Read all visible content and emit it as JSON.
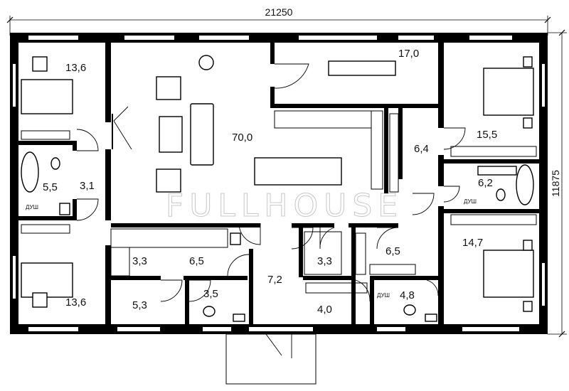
{
  "dimensions": {
    "overall_width": "21250",
    "overall_depth": "11875"
  },
  "watermark": "FULLHOUSE",
  "rooms": {
    "bedroom_nw": "13,6",
    "bedroom_sw": "13,6",
    "bath_w": "5,5",
    "hall_w": "3,1",
    "living": "70,0",
    "dining": "17,0",
    "pantry": "6,4",
    "bedroom_ne": "15,5",
    "bath_e": "6,2",
    "bedroom_se": "14,7",
    "closet_sw": "3,3",
    "laundry": "6,5",
    "storage": "5,3",
    "wc": "3,5",
    "entrance": "7,2",
    "closet_mid": "3,3",
    "wardrobe": "4,0",
    "hall_e": "6,5",
    "shower_room": "4,8"
  },
  "labels": {
    "shower": "ДУШ"
  },
  "colors": {
    "wall": "#000000",
    "watermark": "#c8c8c8"
  }
}
